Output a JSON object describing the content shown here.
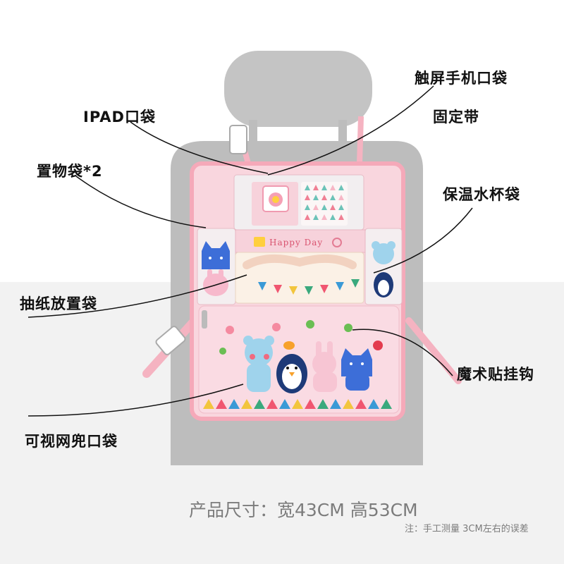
{
  "labels": {
    "touch_phone_pocket": "触屏手机口袋",
    "ipad_pocket": "IPAD口袋",
    "strap": "固定带",
    "storage_pockets": "置物袋*2",
    "insulated_cup_pocket": "保温水杯袋",
    "tissue_pocket": "抽纸放置袋",
    "velcro_hook": "魔术贴挂钩",
    "mesh_pocket": "可视网兜口袋"
  },
  "banner_text": "Happy Day",
  "size": "产品尺寸：宽43CM 高53CM",
  "note": "注：手工测量 3CM左右的误差",
  "colors": {
    "organizer_pink": "#f7c8d2",
    "seat_gray": "#bdbdbd",
    "headrest_gray": "#c4c4c4"
  }
}
